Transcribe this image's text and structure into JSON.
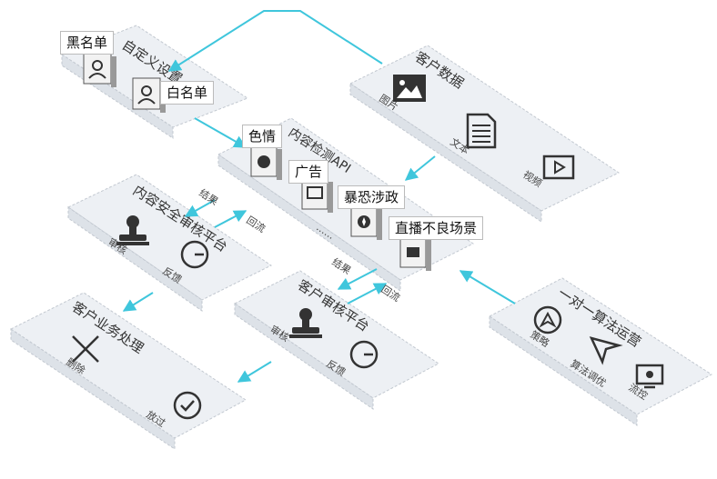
{
  "panels": {
    "custom_settings": {
      "title": "自定义设置"
    },
    "customer_data": {
      "title": "客户数据",
      "items": [
        "图片",
        "文本",
        "视频"
      ]
    },
    "content_detection_api": {
      "title": "内容检测API",
      "ellipsis": "......"
    },
    "content_security_platform": {
      "title": "内容安全审核平台",
      "items": [
        "审核",
        "反馈"
      ]
    },
    "customer_audit_platform": {
      "title": "客户审核平台",
      "items": [
        "审核",
        "反馈"
      ]
    },
    "customer_business": {
      "title": "客户业务处理",
      "items": [
        "删除",
        "放过"
      ]
    },
    "algorithm_ops": {
      "title": "一对一算法运营",
      "items": [
        "策略",
        "算法调优",
        "流控"
      ]
    }
  },
  "tags": {
    "blacklist": "黑名单",
    "whitelist": "白名单",
    "porn": "色情",
    "ads": "广告",
    "terror_politics": "暴恐涉政",
    "live_bad_scene": "直播不良场景"
  },
  "arrows": {
    "result_label": "结果",
    "return_label": "回流"
  },
  "colors": {
    "accent": "#3fc6dc",
    "panel_fill": "#edf0f4",
    "panel_border": "#c2c8d0",
    "icon": "#333333"
  }
}
